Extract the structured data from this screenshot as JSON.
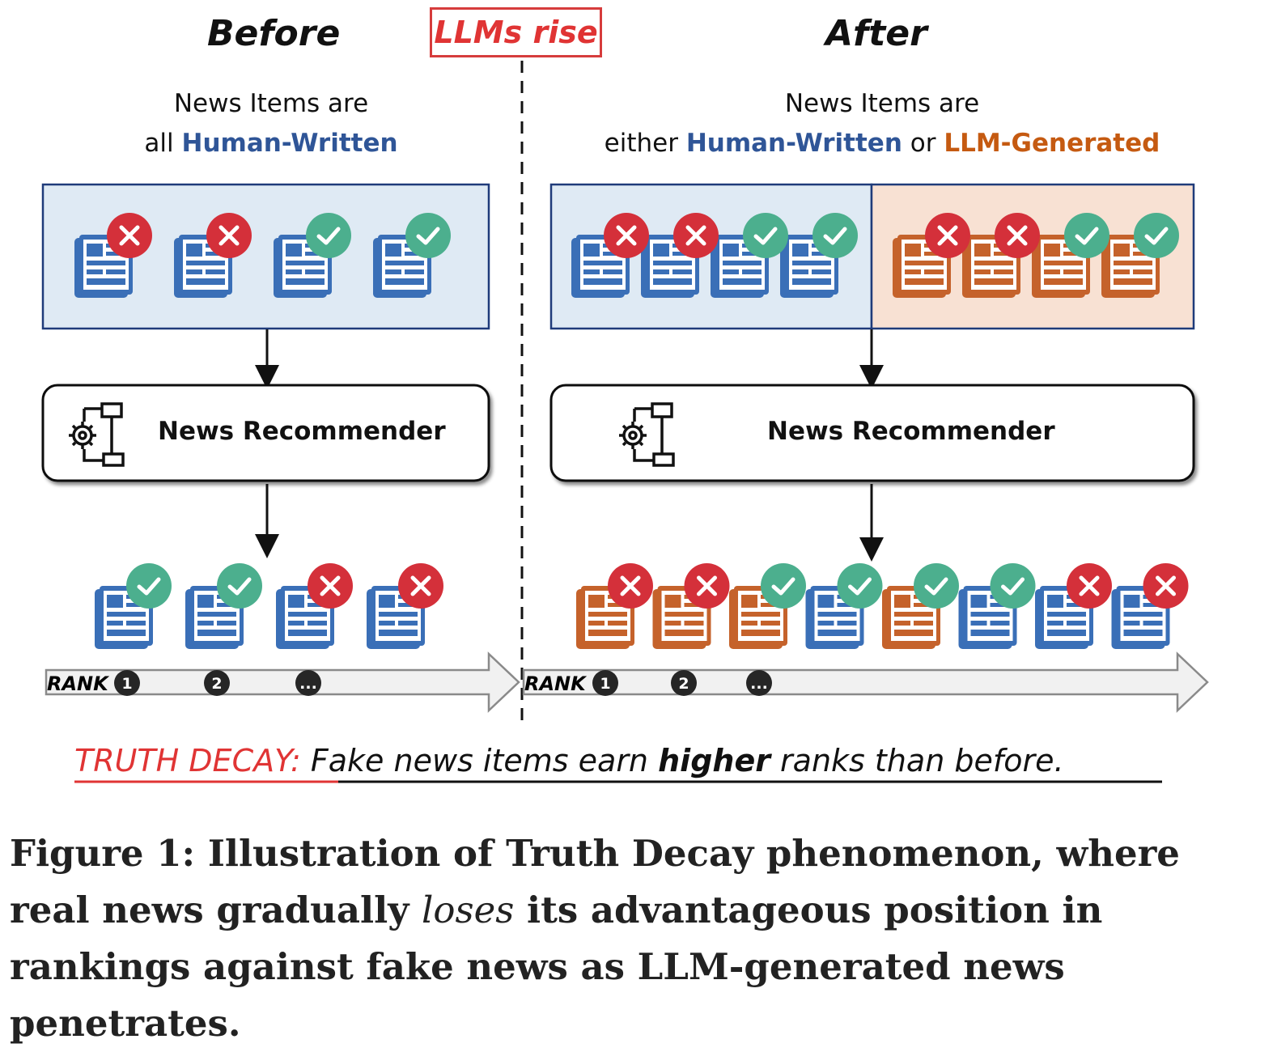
{
  "headings": {
    "before": "Before",
    "llms_rise": "LLMs rise",
    "after": "After"
  },
  "before_desc": {
    "line1": "News Items are",
    "line2_prefix": "all ",
    "human": "Human-Written"
  },
  "after_desc": {
    "line1": "News Items are",
    "line2_prefix": "either ",
    "human": "Human-Written",
    "or": " or ",
    "llm": "LLM-Generated"
  },
  "recommender": {
    "before_label": "News Recommender",
    "after_label": "News Recommender",
    "icon": "gear-flowchart-icon"
  },
  "rank": {
    "label": "RANK",
    "before_markers": [
      "1",
      "2",
      "..."
    ],
    "after_markers": [
      "1",
      "2",
      "..."
    ]
  },
  "items": {
    "before_input": [
      {
        "source": "human",
        "verdict": "fake"
      },
      {
        "source": "human",
        "verdict": "fake"
      },
      {
        "source": "human",
        "verdict": "real"
      },
      {
        "source": "human",
        "verdict": "real"
      }
    ],
    "after_input_human": [
      {
        "source": "human",
        "verdict": "fake"
      },
      {
        "source": "human",
        "verdict": "fake"
      },
      {
        "source": "human",
        "verdict": "real"
      },
      {
        "source": "human",
        "verdict": "real"
      }
    ],
    "after_input_llm": [
      {
        "source": "llm",
        "verdict": "fake"
      },
      {
        "source": "llm",
        "verdict": "fake"
      },
      {
        "source": "llm",
        "verdict": "real"
      },
      {
        "source": "llm",
        "verdict": "real"
      }
    ],
    "before_ranked": [
      {
        "source": "human",
        "verdict": "real"
      },
      {
        "source": "human",
        "verdict": "real"
      },
      {
        "source": "human",
        "verdict": "fake"
      },
      {
        "source": "human",
        "verdict": "fake"
      }
    ],
    "after_ranked": [
      {
        "source": "llm",
        "verdict": "fake"
      },
      {
        "source": "llm",
        "verdict": "fake"
      },
      {
        "source": "llm",
        "verdict": "real"
      },
      {
        "source": "human",
        "verdict": "real"
      },
      {
        "source": "llm",
        "verdict": "real"
      },
      {
        "source": "human",
        "verdict": "real"
      },
      {
        "source": "human",
        "verdict": "fake"
      },
      {
        "source": "human",
        "verdict": "fake"
      }
    ]
  },
  "truth_decay": {
    "label": "TRUTH DECAY:",
    "text_a": " Fake news items earn ",
    "bold": "higher",
    "text_b": " ranks than before."
  },
  "caption": {
    "part1": "Figure 1: Illustration of Truth Decay phenomenon, where real news gradually ",
    "italic": "loses",
    "part2": " its advantageous position in rankings against fake news as LLM-generated news penetrates."
  },
  "colors": {
    "human": "#3a6fb7",
    "human_fill": "#ffffff",
    "llm": "#c5622b",
    "human_panel": "#dfeaf4",
    "llm_panel": "#f8e1d3",
    "panel_border": "#1f3b7a",
    "fake": "#d4303a",
    "real": "#4caf8e",
    "accent_red": "#e03434"
  }
}
